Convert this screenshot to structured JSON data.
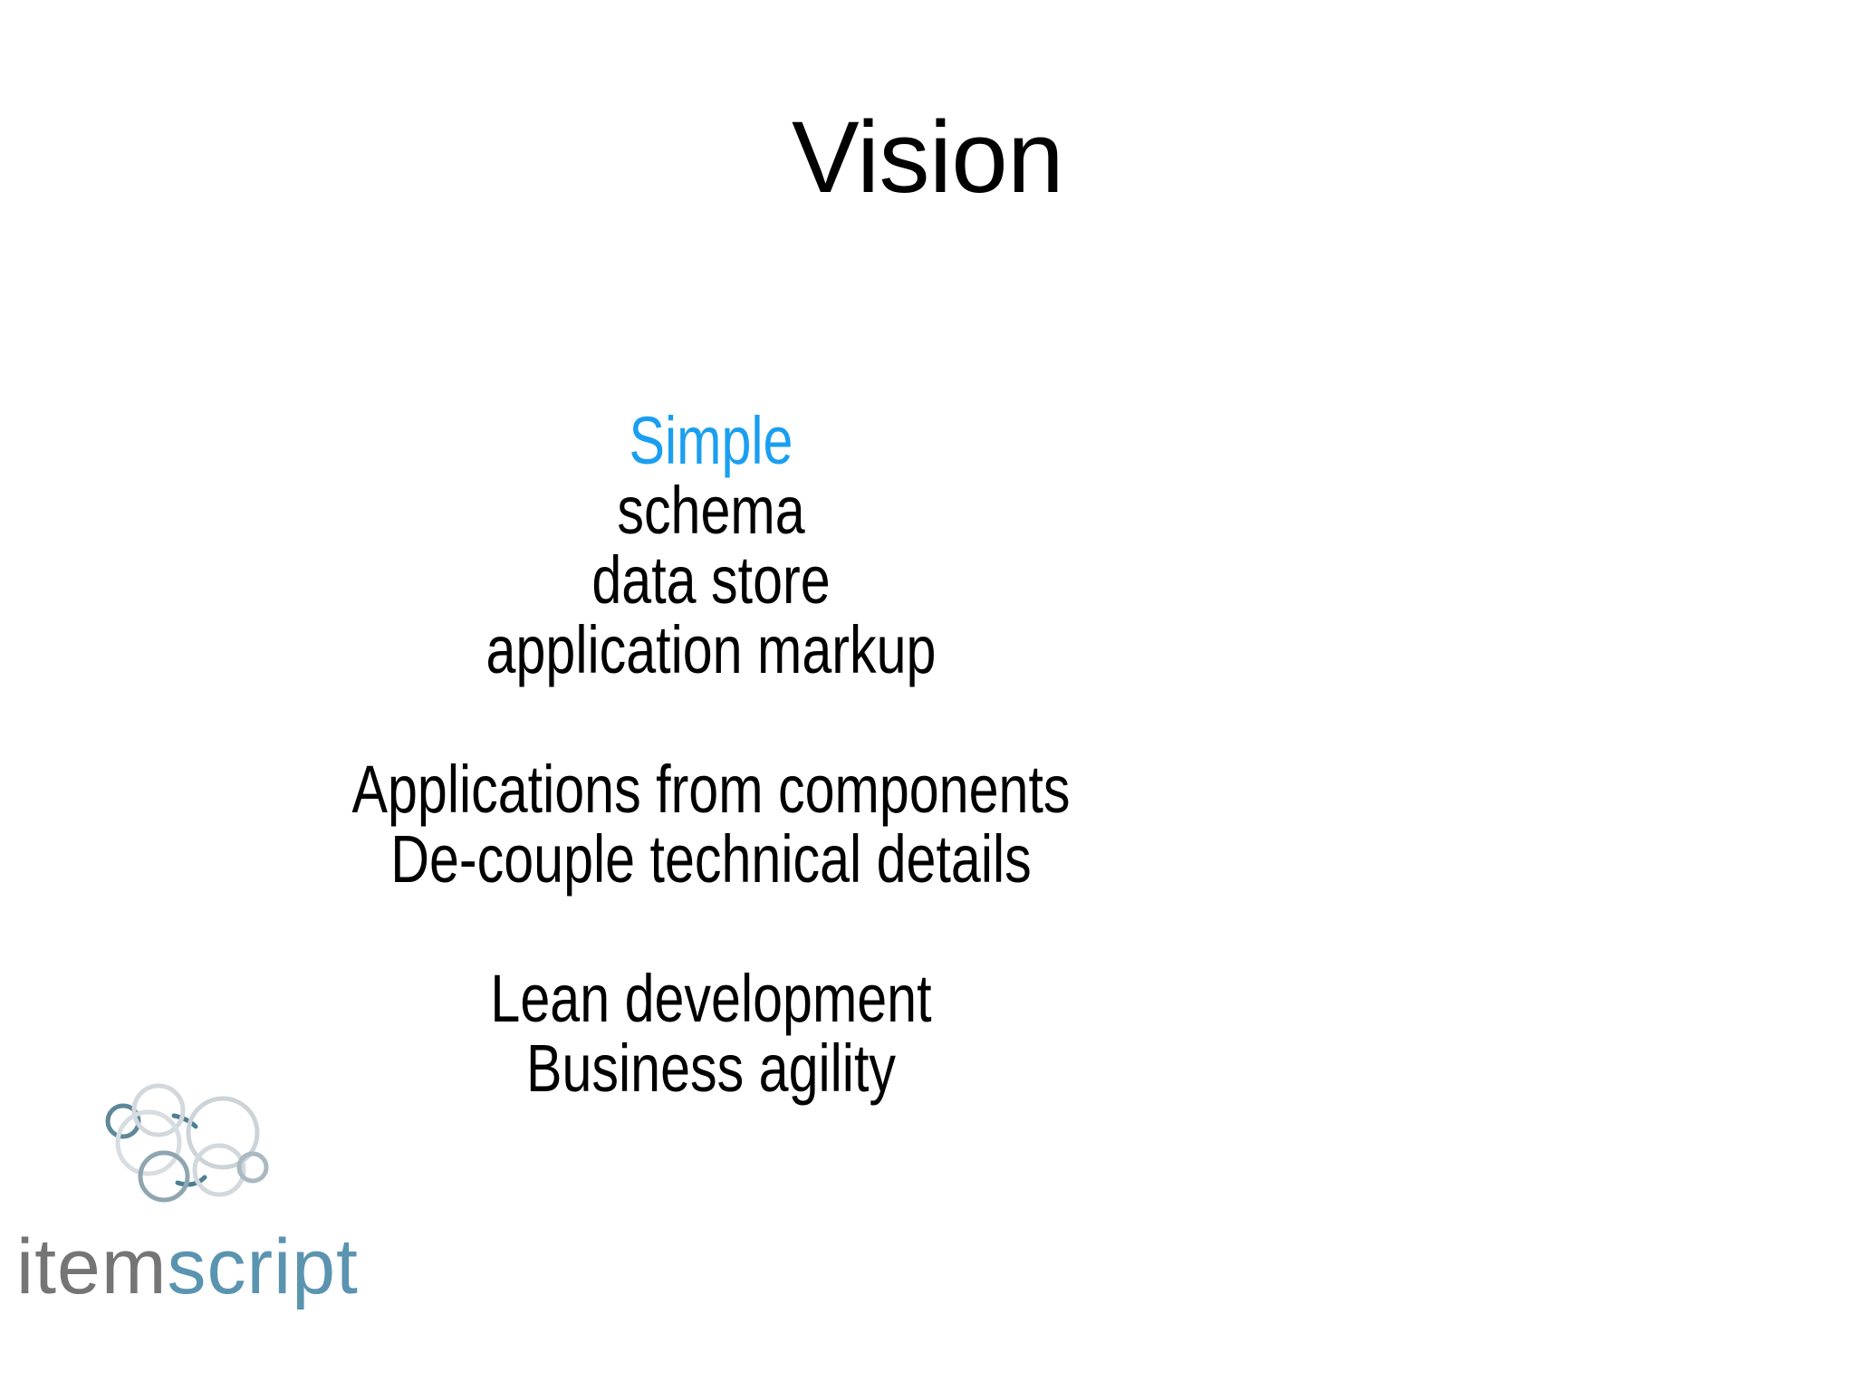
{
  "slide": {
    "title": "Vision",
    "background_color": "#ffffff",
    "title_color": "#000000",
    "accent_color": "#1a9ff0",
    "body_color": "#000000"
  },
  "body": {
    "groups": [
      {
        "id": "group-simple",
        "lines": [
          {
            "text": "Simple",
            "accent": true
          },
          {
            "text": "schema",
            "accent": false
          },
          {
            "text": "data store",
            "accent": false
          },
          {
            "text": "application markup",
            "accent": false
          }
        ]
      },
      {
        "id": "group-applications",
        "lines": [
          {
            "text": "Applications from components",
            "accent": false
          },
          {
            "text": "De-couple technical details",
            "accent": false
          }
        ]
      },
      {
        "id": "group-lean",
        "lines": [
          {
            "text": "Lean development",
            "accent": false
          },
          {
            "text": "Business agility",
            "accent": false
          }
        ]
      }
    ]
  },
  "logo": {
    "wordmark_primary": "item",
    "wordmark_secondary": "script",
    "wordmark_primary_color": "#757575",
    "wordmark_secondary_color": "#5b94b0",
    "mark_name": "itemscript-bubbles-logo",
    "circle_stroke_light": "#d7dde1",
    "circle_stroke_dark": "#5f8898"
  }
}
